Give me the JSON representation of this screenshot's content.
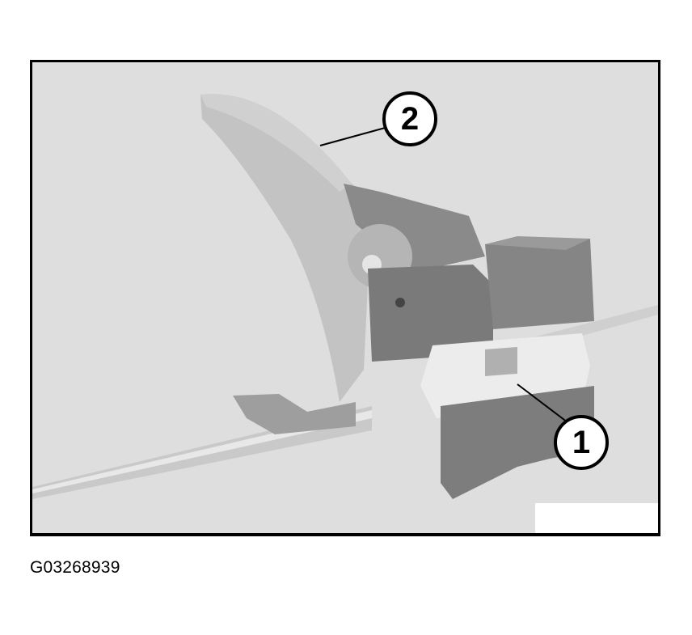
{
  "figure": {
    "id_label": "G03268939",
    "background_color": "#dedede",
    "border_color": "#000000",
    "callouts": [
      {
        "number": "1",
        "target": "connector-clip"
      },
      {
        "number": "2",
        "target": "crimping-tool-handle"
      }
    ]
  }
}
